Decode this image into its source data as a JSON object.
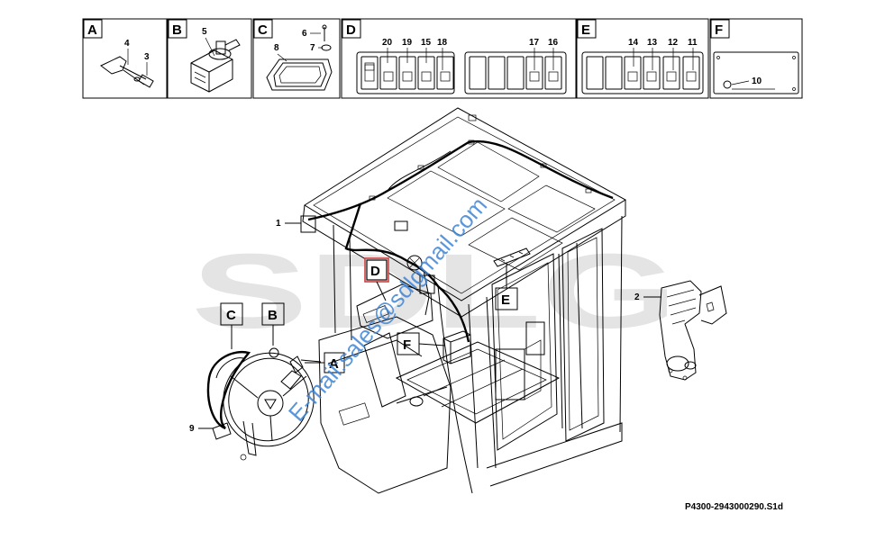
{
  "panels": [
    {
      "letter": "A",
      "callouts": [
        "4",
        "3"
      ]
    },
    {
      "letter": "B",
      "callouts": [
        "5"
      ]
    },
    {
      "letter": "C",
      "callouts": [
        "6",
        "7",
        "8"
      ]
    },
    {
      "letter": "D",
      "callouts": [
        "20",
        "19",
        "15",
        "18",
        "17",
        "16"
      ]
    },
    {
      "letter": "E",
      "callouts": [
        "14",
        "13",
        "12",
        "11"
      ]
    },
    {
      "letter": "F",
      "callouts": [
        "10"
      ]
    }
  ],
  "main_labels": {
    "A": "A",
    "B": "B",
    "C": "C",
    "D": "D",
    "E": "E",
    "F": "F"
  },
  "main_callouts": {
    "c1": "1",
    "c2": "2",
    "c9": "9"
  },
  "watermark": {
    "logo": "SDLG",
    "email": "E-mail:sales@sdlgmail.com"
  },
  "reference_code": "P4300-2943000290.S1d",
  "colors": {
    "line": "#000000",
    "highlight_box": "#d04040",
    "watermark_logo": "#e4e4e4",
    "email": "#3d84d6"
  }
}
